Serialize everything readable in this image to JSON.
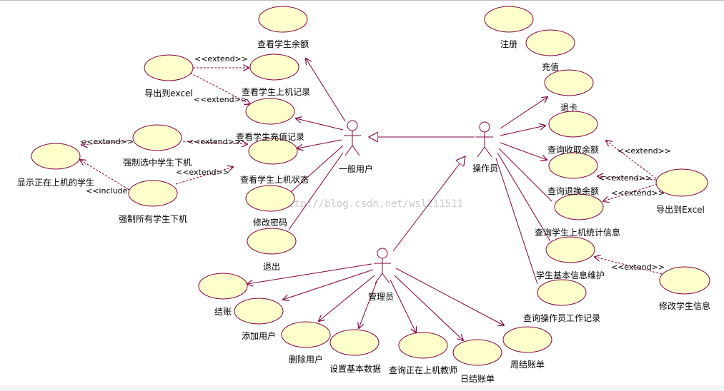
{
  "actors": {
    "general_user": "一般用户",
    "operator": "操作员",
    "admin": "管理员"
  },
  "use_cases": {
    "view_balance": "查看学生余额",
    "export_excel": "导出到excel",
    "view_online_records": "查看学生上机记录",
    "view_recharge_records": "查看学生充值记录",
    "view_online_status": "查看学生上机状态",
    "change_password": "修改密码",
    "logout": "退出",
    "force_selected_offline": "强制选中学生下机",
    "show_online_students": "显示正在上机的学生",
    "force_all_offline": "强制所有学生下机",
    "register": "注册",
    "recharge": "充值",
    "return_card": "退卡",
    "query_collected_balance": "查询收取余额",
    "query_refund_balance": "查询退换余额",
    "export_to_excel": "导出到Excel",
    "query_online_stats": "查询学生上机统计信息",
    "student_info_maintenance": "学生基本信息维护",
    "modify_student_info": "修改学生信息",
    "query_operator_records": "查询操作员工作记录",
    "checkout": "结账",
    "add_user": "添加用户",
    "delete_user": "删除用户",
    "set_basic_data": "设置基本数据",
    "query_online_teachers": "查询正在上机教师",
    "daily_bill": "日结账单",
    "weekly_bill": "周结账单"
  },
  "stereotypes": {
    "extend": "<<extend>>",
    "include": "<<include>>"
  },
  "watermark": "http://blog.csdn.net/wsl211511",
  "colors": {
    "ellipse_fill": "#ffffcc",
    "line": "#800040"
  }
}
